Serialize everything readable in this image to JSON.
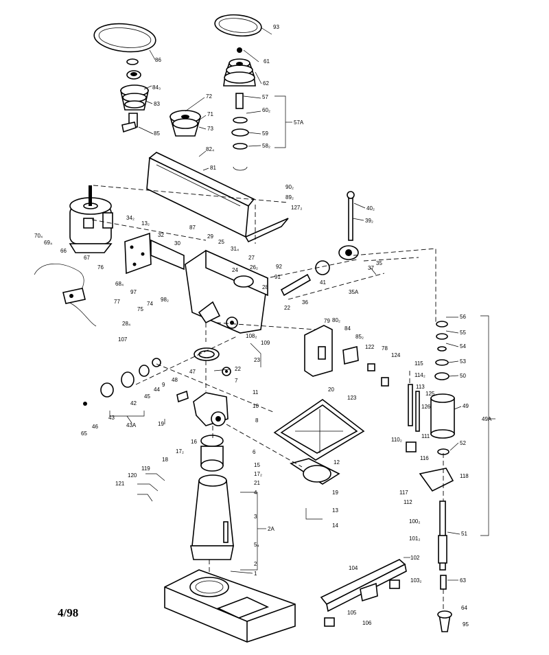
{
  "date_code": "4/98",
  "callouts": [
    {
      "id": "c93",
      "text": "93"
    },
    {
      "id": "c86",
      "text": "86"
    },
    {
      "id": "c61",
      "text": "61"
    },
    {
      "id": "c62",
      "text": "62"
    },
    {
      "id": "c84",
      "text": "84₃"
    },
    {
      "id": "c83",
      "text": "83"
    },
    {
      "id": "c85",
      "text": "85"
    },
    {
      "id": "c72",
      "text": "72"
    },
    {
      "id": "c71",
      "text": "71"
    },
    {
      "id": "c73",
      "text": "73"
    },
    {
      "id": "c57",
      "text": "57"
    },
    {
      "id": "c60",
      "text": "60₂"
    },
    {
      "id": "c57a",
      "text": "57A"
    },
    {
      "id": "c59",
      "text": "59"
    },
    {
      "id": "c58",
      "text": "58₂"
    },
    {
      "id": "c82",
      "text": "82₄"
    },
    {
      "id": "c81",
      "text": "81"
    },
    {
      "id": "c90",
      "text": "90₂"
    },
    {
      "id": "c89",
      "text": "89₂"
    },
    {
      "id": "c127",
      "text": "127₂"
    },
    {
      "id": "c40",
      "text": "40₂"
    },
    {
      "id": "c39",
      "text": "39₂"
    },
    {
      "id": "c70",
      "text": "70₄"
    },
    {
      "id": "c69",
      "text": "69₄"
    },
    {
      "id": "c34",
      "text": "34₂"
    },
    {
      "id": "c13",
      "text": "13₂"
    },
    {
      "id": "c32",
      "text": "32"
    },
    {
      "id": "c30",
      "text": "30"
    },
    {
      "id": "c87",
      "text": "87"
    },
    {
      "id": "c29",
      "text": "29"
    },
    {
      "id": "c25",
      "text": "25"
    },
    {
      "id": "c31",
      "text": "31₄"
    },
    {
      "id": "c27",
      "text": "27"
    },
    {
      "id": "c66",
      "text": "66"
    },
    {
      "id": "c67",
      "text": "67"
    },
    {
      "id": "c76",
      "text": "76"
    },
    {
      "id": "c24",
      "text": "24"
    },
    {
      "id": "c26",
      "text": "26₂"
    },
    {
      "id": "c92",
      "text": "92"
    },
    {
      "id": "c91",
      "text": "91"
    },
    {
      "id": "c35",
      "text": "35"
    },
    {
      "id": "c37",
      "text": "37"
    },
    {
      "id": "c41",
      "text": "41"
    },
    {
      "id": "c68",
      "text": "68₄"
    },
    {
      "id": "c97",
      "text": "97"
    },
    {
      "id": "c98",
      "text": "98₂"
    },
    {
      "id": "c74",
      "text": "74"
    },
    {
      "id": "c77",
      "text": "77"
    },
    {
      "id": "c75",
      "text": "75"
    },
    {
      "id": "c28",
      "text": "28"
    },
    {
      "id": "c36",
      "text": "36"
    },
    {
      "id": "c35a",
      "text": "35A"
    },
    {
      "id": "c22",
      "text": "22"
    },
    {
      "id": "c28b",
      "text": "28₄"
    },
    {
      "id": "c107",
      "text": "107"
    },
    {
      "id": "c108",
      "text": "108₂"
    },
    {
      "id": "c109",
      "text": "109"
    },
    {
      "id": "c79",
      "text": "79"
    },
    {
      "id": "c80",
      "text": "80₂"
    },
    {
      "id": "c84b",
      "text": "84"
    },
    {
      "id": "c85b",
      "text": "85₂"
    },
    {
      "id": "c122",
      "text": "122"
    },
    {
      "id": "c78",
      "text": "78"
    },
    {
      "id": "c124",
      "text": "124"
    },
    {
      "id": "c56",
      "text": "56"
    },
    {
      "id": "c55",
      "text": "55"
    },
    {
      "id": "c54",
      "text": "54"
    },
    {
      "id": "c53",
      "text": "53"
    },
    {
      "id": "c50",
      "text": "50"
    },
    {
      "id": "c115",
      "text": "115"
    },
    {
      "id": "c114",
      "text": "114₂"
    },
    {
      "id": "c113",
      "text": "113"
    },
    {
      "id": "c125",
      "text": "125"
    },
    {
      "id": "c126",
      "text": "126"
    },
    {
      "id": "c49",
      "text": "49"
    },
    {
      "id": "c49a",
      "text": "49A"
    },
    {
      "id": "c23",
      "text": "23"
    },
    {
      "id": "c47",
      "text": "47"
    },
    {
      "id": "c22b",
      "text": "22"
    },
    {
      "id": "c7",
      "text": "7"
    },
    {
      "id": "c48",
      "text": "48"
    },
    {
      "id": "c9",
      "text": "9"
    },
    {
      "id": "c11",
      "text": "11"
    },
    {
      "id": "c10",
      "text": "10"
    },
    {
      "id": "c8",
      "text": "8"
    },
    {
      "id": "c44",
      "text": "44"
    },
    {
      "id": "c45",
      "text": "45"
    },
    {
      "id": "c42",
      "text": "42"
    },
    {
      "id": "c20",
      "text": "20"
    },
    {
      "id": "c123",
      "text": "123"
    },
    {
      "id": "c43",
      "text": "43"
    },
    {
      "id": "c43a",
      "text": "43A"
    },
    {
      "id": "c46",
      "text": "46"
    },
    {
      "id": "c65",
      "text": "65"
    },
    {
      "id": "c19",
      "text": "19"
    },
    {
      "id": "c18",
      "text": "18"
    },
    {
      "id": "c17",
      "text": "17₂"
    },
    {
      "id": "c16",
      "text": "16"
    },
    {
      "id": "c6",
      "text": "6"
    },
    {
      "id": "c15",
      "text": "15"
    },
    {
      "id": "c17b",
      "text": "17₂"
    },
    {
      "id": "c21",
      "text": "21"
    },
    {
      "id": "c12",
      "text": "12"
    },
    {
      "id": "c19b",
      "text": "19"
    },
    {
      "id": "c110",
      "text": "110₂"
    },
    {
      "id": "c111",
      "text": "111"
    },
    {
      "id": "c116",
      "text": "116"
    },
    {
      "id": "c52",
      "text": "52"
    },
    {
      "id": "c118",
      "text": "118"
    },
    {
      "id": "c117",
      "text": "117"
    },
    {
      "id": "c112",
      "text": "112"
    },
    {
      "id": "c119",
      "text": "119"
    },
    {
      "id": "c120",
      "text": "120"
    },
    {
      "id": "c121",
      "text": "121"
    },
    {
      "id": "c4",
      "text": "4"
    },
    {
      "id": "c3",
      "text": "3"
    },
    {
      "id": "c2a",
      "text": "2A"
    },
    {
      "id": "c5",
      "text": "5₄"
    },
    {
      "id": "c2",
      "text": "2"
    },
    {
      "id": "c1",
      "text": "1"
    },
    {
      "id": "c13b",
      "text": "13"
    },
    {
      "id": "c14",
      "text": "14"
    },
    {
      "id": "c100",
      "text": "100₂"
    },
    {
      "id": "c101",
      "text": "101₂"
    },
    {
      "id": "c51",
      "text": "51"
    },
    {
      "id": "c102",
      "text": "102"
    },
    {
      "id": "c104",
      "text": "104"
    },
    {
      "id": "c103",
      "text": "103₂"
    },
    {
      "id": "c63",
      "text": "63"
    },
    {
      "id": "c105",
      "text": "105"
    },
    {
      "id": "c106",
      "text": "106"
    },
    {
      "id": "c64",
      "text": "64"
    },
    {
      "id": "c95",
      "text": "95"
    }
  ]
}
